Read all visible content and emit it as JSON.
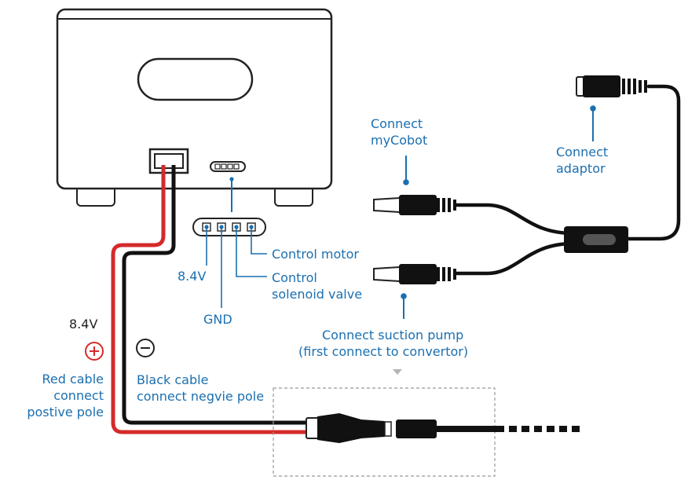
{
  "labels": {
    "connect_mycobot": [
      "Connect",
      "myCobot"
    ],
    "connect_adaptor": [
      "Connect",
      "adaptor"
    ],
    "control_motor": "Control motor",
    "control_solenoid": [
      "Control",
      "solenoid valve"
    ],
    "pin_8v4": "8.4V",
    "pin_gnd": "GND",
    "suction_pump": [
      "Connect suction pump",
      "(first connect to convertor)"
    ],
    "voltage_8v4": "8.4V",
    "red_cable": [
      "Red cable",
      "connect",
      "postive pole"
    ],
    "black_cable": [
      "Black cable",
      "connect negvie pole"
    ]
  },
  "symbols": {
    "positive": "plus-in-circle",
    "negative": "minus-in-circle"
  },
  "colors": {
    "label_blue": "#1b6fb0",
    "red_cable": "#d42a2a",
    "black_cable": "#111111",
    "outline": "#222222"
  }
}
